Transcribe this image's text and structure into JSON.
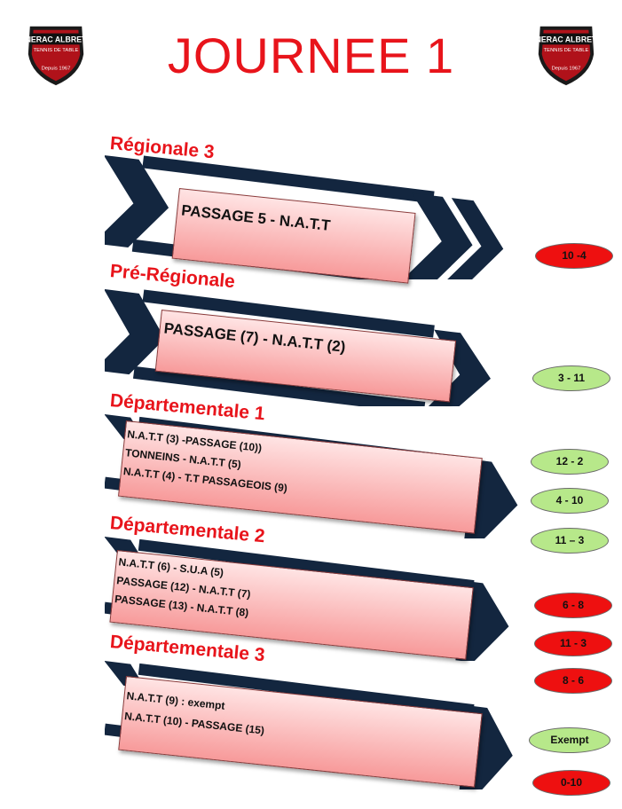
{
  "header": {
    "title": "JOURNEE 1",
    "logo_text": [
      "NERAC ALBRET",
      "TENNIS DE TABLE",
      "Depuis 1967"
    ]
  },
  "colors": {
    "title": "#e8141b",
    "band": "#13263f",
    "win": "#b7e88a",
    "loss": "#ee1010"
  },
  "sections": [
    {
      "title": "Régionale 3",
      "matches": [
        "PASSAGE 5 - N.A.T.T"
      ],
      "scores": [
        {
          "value": "10 -4",
          "result": "loss"
        }
      ]
    },
    {
      "title": "Pré-Régionale",
      "matches": [
        "PASSAGE (7) - N.A.T.T (2)"
      ],
      "scores": [
        {
          "value": "3 - 11",
          "result": "win"
        }
      ]
    },
    {
      "title": "Départementale 1",
      "matches": [
        "N.A.T.T (3) -PASSAGE (10))",
        "TONNEINS - N.A.T.T (5)",
        "N.A.T.T (4) - T.T PASSAGEOIS (9)"
      ],
      "scores": [
        {
          "value": "12 - 2",
          "result": "win"
        },
        {
          "value": "4 - 10",
          "result": "win"
        },
        {
          "value": "11 – 3",
          "result": "win"
        }
      ]
    },
    {
      "title": "Départementale 2",
      "matches": [
        "N.A.T.T (6) - S.U.A (5)",
        "PASSAGE (12) - N.A.T.T (7)",
        "PASSAGE (13) - N.A.T.T (8)"
      ],
      "scores": [
        {
          "value": "6 - 8",
          "result": "loss"
        },
        {
          "value": "11 - 3",
          "result": "loss"
        },
        {
          "value": "8 - 6",
          "result": "loss"
        }
      ]
    },
    {
      "title": "Départementale 3",
      "matches": [
        "N.A.T.T (9) : exempt",
        "N.A.T.T (10) - PASSAGE (15)"
      ],
      "scores": [
        {
          "value": "Exempt",
          "result": "win"
        },
        {
          "value": "0-10",
          "result": "loss"
        }
      ]
    }
  ]
}
